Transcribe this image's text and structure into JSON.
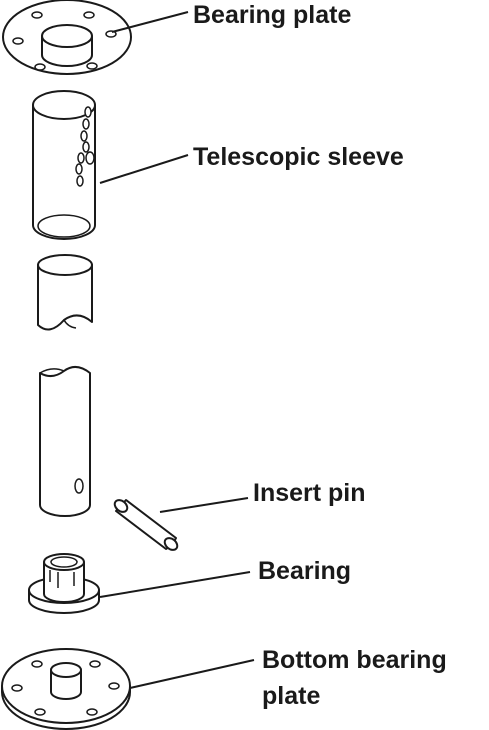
{
  "labels": {
    "bearing_plate": "Bearing plate",
    "telescopic_sleeve": "Telescopic sleeve",
    "insert_pin": "Insert pin",
    "bearing": "Bearing",
    "bottom_bearing_plate_line1": "Bottom bearing",
    "bottom_bearing_plate_line2": "plate"
  }
}
